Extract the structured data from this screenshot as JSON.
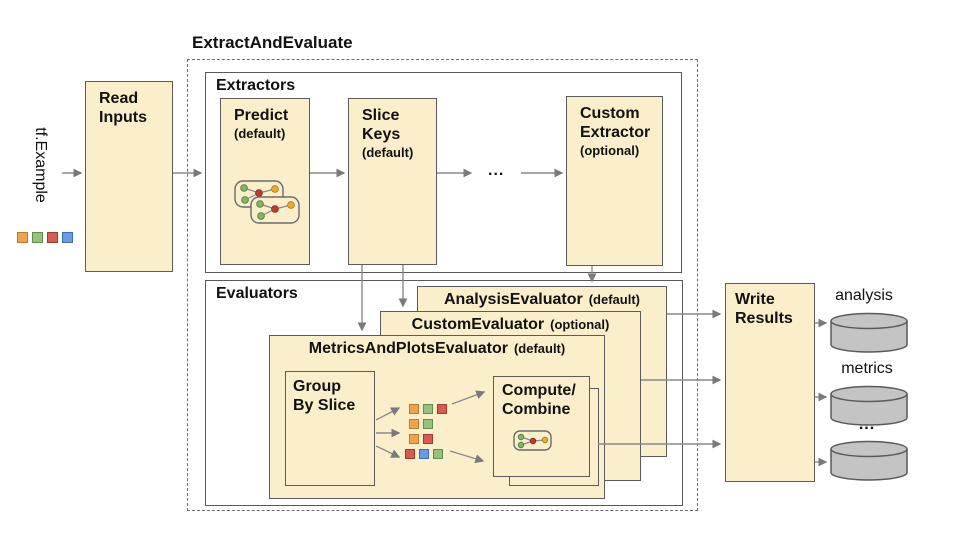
{
  "palette": {
    "box_fill": "#FBEECA",
    "box_border": "#5B5B5B",
    "container_border": "#595959",
    "dashed": "#6E6E6E",
    "arrow": "#8A8A8A",
    "icon_border": "#6B6B6B",
    "icon_line": "#8A8A8A",
    "node_green": "#86B368",
    "node_red": "#C13B31",
    "node_yellow": "#E5AE2E",
    "cyl_fill": "#C4C4C4",
    "cyl_border": "#595959",
    "sq_orange": "#F1A24C",
    "sq_orange_b": "#B97C2B",
    "sq_green": "#97C17C",
    "sq_green_b": "#5E8F47",
    "sq_red": "#D85A50",
    "sq_red_b": "#9E3A31",
    "sq_blue": "#699CE8",
    "sq_blue_b": "#3E6DB5"
  },
  "input": {
    "label": "tf.Example",
    "squares": [
      "orange",
      "green",
      "red",
      "blue"
    ]
  },
  "read_inputs": {
    "lines": [
      "Read",
      "Inputs"
    ]
  },
  "pipeline": {
    "title": "ExtractAndEvaluate",
    "extractors": {
      "title": "Extractors",
      "ellipsis": "...",
      "items": [
        {
          "lines": [
            "Predict"
          ],
          "qualifier": "(default)"
        },
        {
          "lines": [
            "Slice",
            "Keys"
          ],
          "qualifier": "(default)"
        },
        {
          "lines": [
            "Custom",
            "Extractor"
          ],
          "qualifier": "(optional)"
        }
      ]
    },
    "evaluators": {
      "title": "Evaluators",
      "analysis": {
        "name": "AnalysisEvaluator",
        "qualifier": "(default)"
      },
      "custom": {
        "name": "CustomEvaluator",
        "qualifier": "(optional)"
      },
      "metrics_plots": {
        "name": "MetricsAndPlotsEvaluator",
        "qualifier": "(default)",
        "group_by_slice": {
          "lines": [
            "Group",
            "By Slice"
          ]
        },
        "compute_combine": {
          "lines": [
            "Compute/",
            "Combine"
          ]
        },
        "slice_rows": [
          [
            "orange",
            "green",
            "red"
          ],
          [
            "orange",
            "green"
          ],
          [
            "orange",
            "red"
          ],
          [
            "red",
            "blue",
            "green"
          ]
        ]
      }
    }
  },
  "write_results": {
    "lines": [
      "Write",
      "Results"
    ]
  },
  "outputs": [
    {
      "label": "analysis"
    },
    {
      "label": "metrics"
    },
    {
      "label": "..."
    }
  ]
}
